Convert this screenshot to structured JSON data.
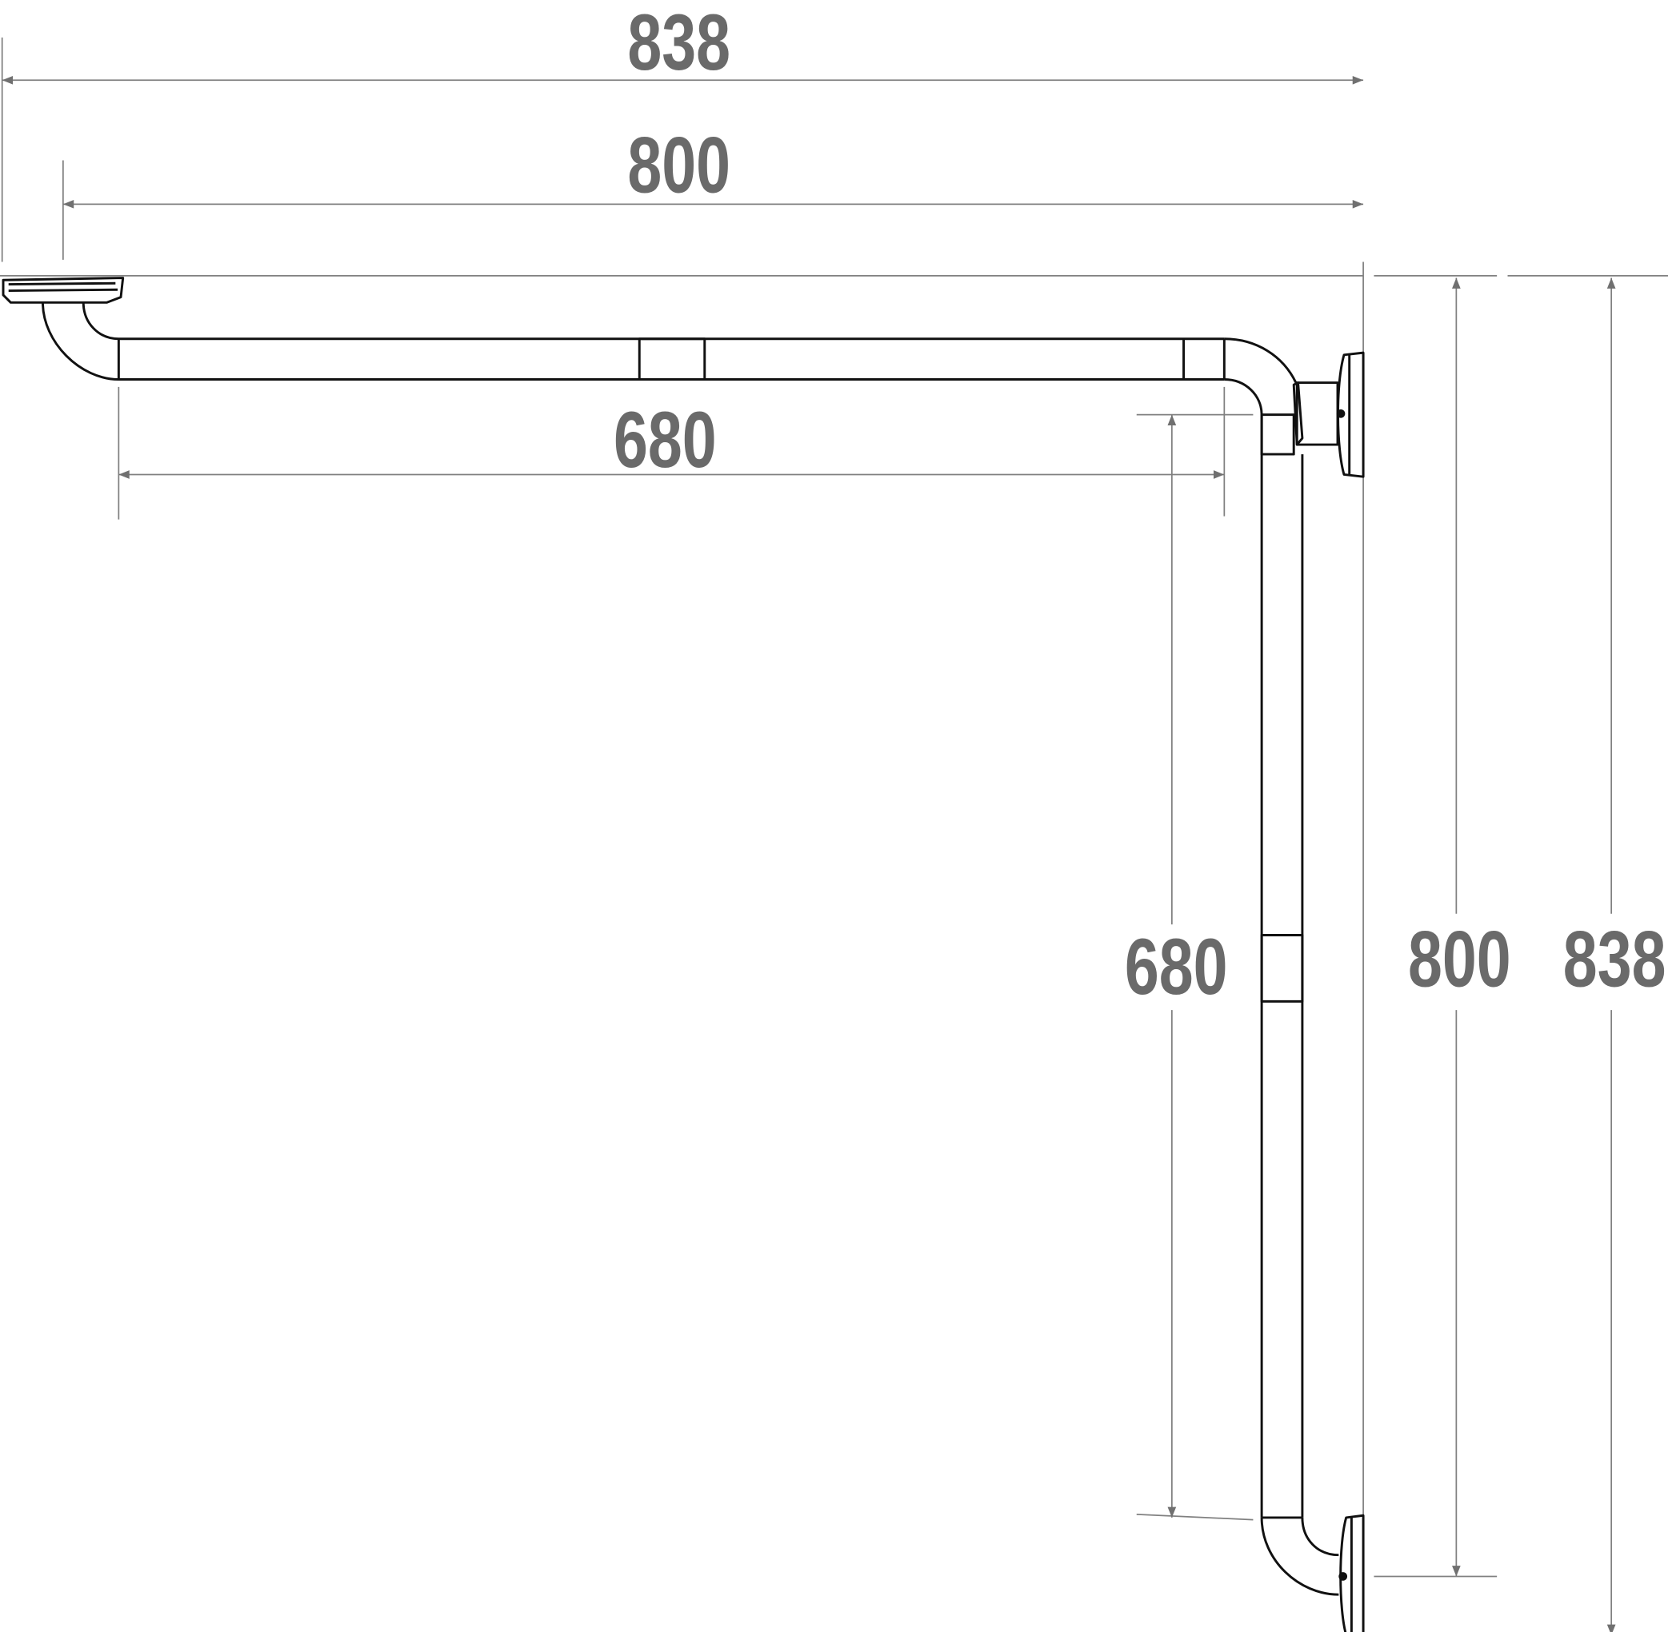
{
  "diagram": {
    "title": "L-shaped grab bar dimension drawing",
    "dimensions": {
      "overall_width": "838",
      "bar_width": "800",
      "horizontal_grip": "680",
      "vertical_grip": "680",
      "bar_height": "800",
      "overall_height": "838"
    },
    "colors": {
      "outline": "#111111",
      "dimension": "#6a6a6a"
    }
  }
}
